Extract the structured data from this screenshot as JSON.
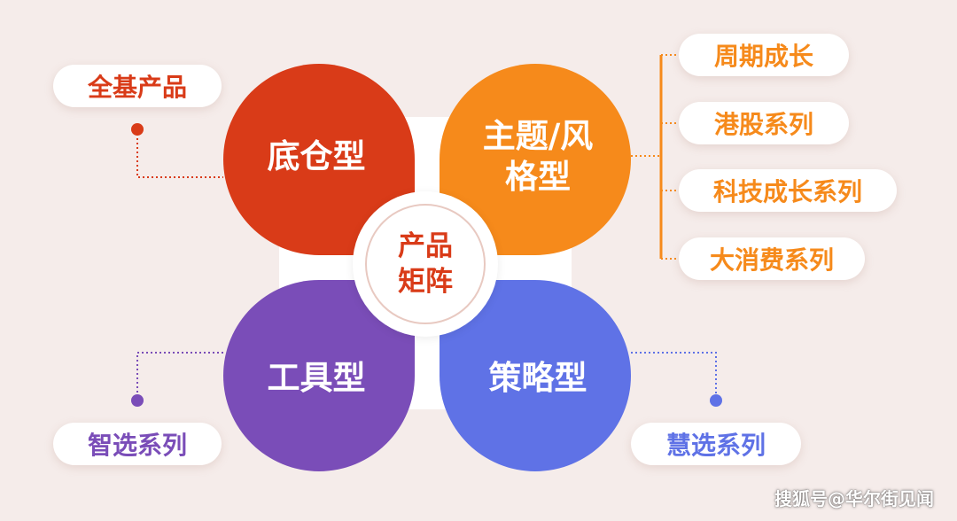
{
  "colors": {
    "background": "#f5ecea",
    "red": "#d93b18",
    "orange": "#f68a1b",
    "purple": "#7a4db8",
    "blue": "#5f72e6"
  },
  "center": {
    "line1": "产品",
    "line2": "矩阵"
  },
  "quadrants": {
    "top_left": "底仓型",
    "top_right": "主题/风格型",
    "bottom_left": "工具型",
    "bottom_right": "策略型"
  },
  "labels": {
    "top_left": "全基产品",
    "top_right": [
      "周期成长",
      "港股系列",
      "科技成长系列",
      "大消费系列"
    ],
    "bottom_left": "智选系列",
    "bottom_right": "慧选系列"
  },
  "watermark": "搜狐号@华尔街见闻"
}
